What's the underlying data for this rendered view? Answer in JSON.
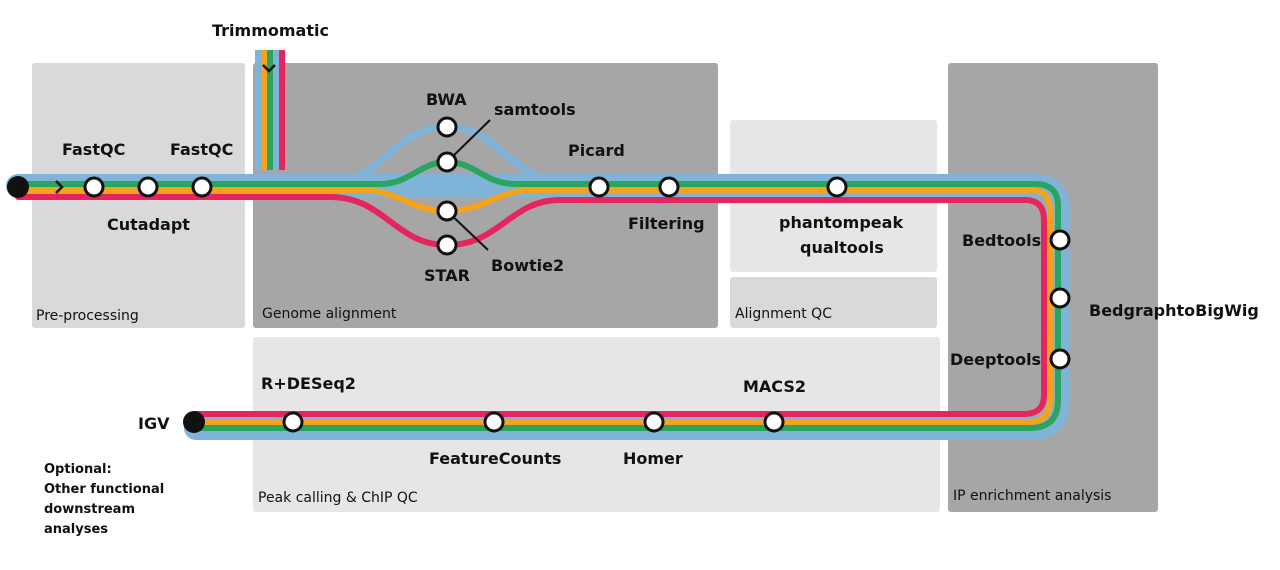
{
  "colors": {
    "blue": "#7fb3d8",
    "orange": "#f5a21c",
    "green": "#2aa55f",
    "red": "#e6245d",
    "box_light": "#d9d9d9",
    "box_lighter": "#e6e6e6",
    "box_dark": "#a6a6a6",
    "node_fill": "#ffffff",
    "node_stroke": "#111111"
  },
  "regions": {
    "preprocessing": "Pre-processing",
    "genome_alignment": "Genome alignment",
    "alignment_qc": "Alignment QC",
    "peak_calling": "Peak calling & ChIP QC",
    "ip_enrichment": "IP enrichment analysis"
  },
  "tools": {
    "trimmomatic": "Trimmomatic",
    "fastqc_1": "FastQC",
    "fastqc_2": "FastQC",
    "cutadapt": "Cutadapt",
    "bwa": "BWA",
    "samtools": "samtools",
    "star": "STAR",
    "bowtie2": "Bowtie2",
    "picard": "Picard",
    "filtering": "Filtering",
    "phantompeak_line1": "phantompeak",
    "phantompeak_line2": "qualtools",
    "bedtools": "Bedtools",
    "bedgraphtobigwig": "BedgraphtoBigWig",
    "deeptools": "Deeptools",
    "macs2": "MACS2",
    "homer": "Homer",
    "featurecounts": "FeatureCounts",
    "r_deseq2": "R+DESeq2",
    "igv": "IGV"
  },
  "notes": {
    "optional_line1": "Optional:",
    "optional_line2": "Other functional",
    "optional_line3": "downstream",
    "optional_line4": "analyses"
  },
  "icons": [
    "start-terminus-icon",
    "end-terminus-icon",
    "direction-chevron-icon",
    "station-node-icon"
  ]
}
